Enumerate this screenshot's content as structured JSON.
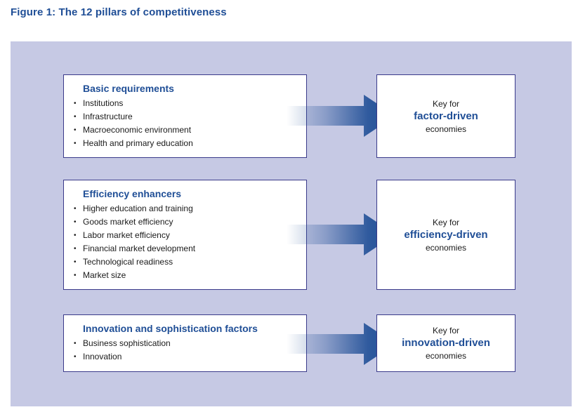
{
  "figure": {
    "title": "Figure 1: The 12 pillars of competitiveness"
  },
  "rows": [
    {
      "heading": "Basic requirements",
      "items": [
        "Institutions",
        "Infrastructure",
        "Macroeconomic environment",
        "Health and primary education"
      ],
      "key_label": "Key for",
      "economy_type": "factor-driven",
      "economies_label": "economies"
    },
    {
      "heading": "Efficiency enhancers",
      "items": [
        "Higher education and training",
        "Goods market efficiency",
        "Labor market efficiency",
        "Financial market development",
        "Technological readiness",
        "Market size"
      ],
      "key_label": "Key for",
      "economy_type": "efficiency-driven",
      "economies_label": "economies"
    },
    {
      "heading": "Innovation and sophistication factors",
      "items": [
        "Business sophistication",
        "Innovation"
      ],
      "key_label": "Key for",
      "economy_type": "innovation-driven",
      "economies_label": "economies"
    }
  ],
  "colors": {
    "title": "#1f4e96",
    "panel_background": "#c6c9e4",
    "arrow": "#1f4e96",
    "box_border": "#3a3a8a"
  },
  "bullet_glyph": "•"
}
